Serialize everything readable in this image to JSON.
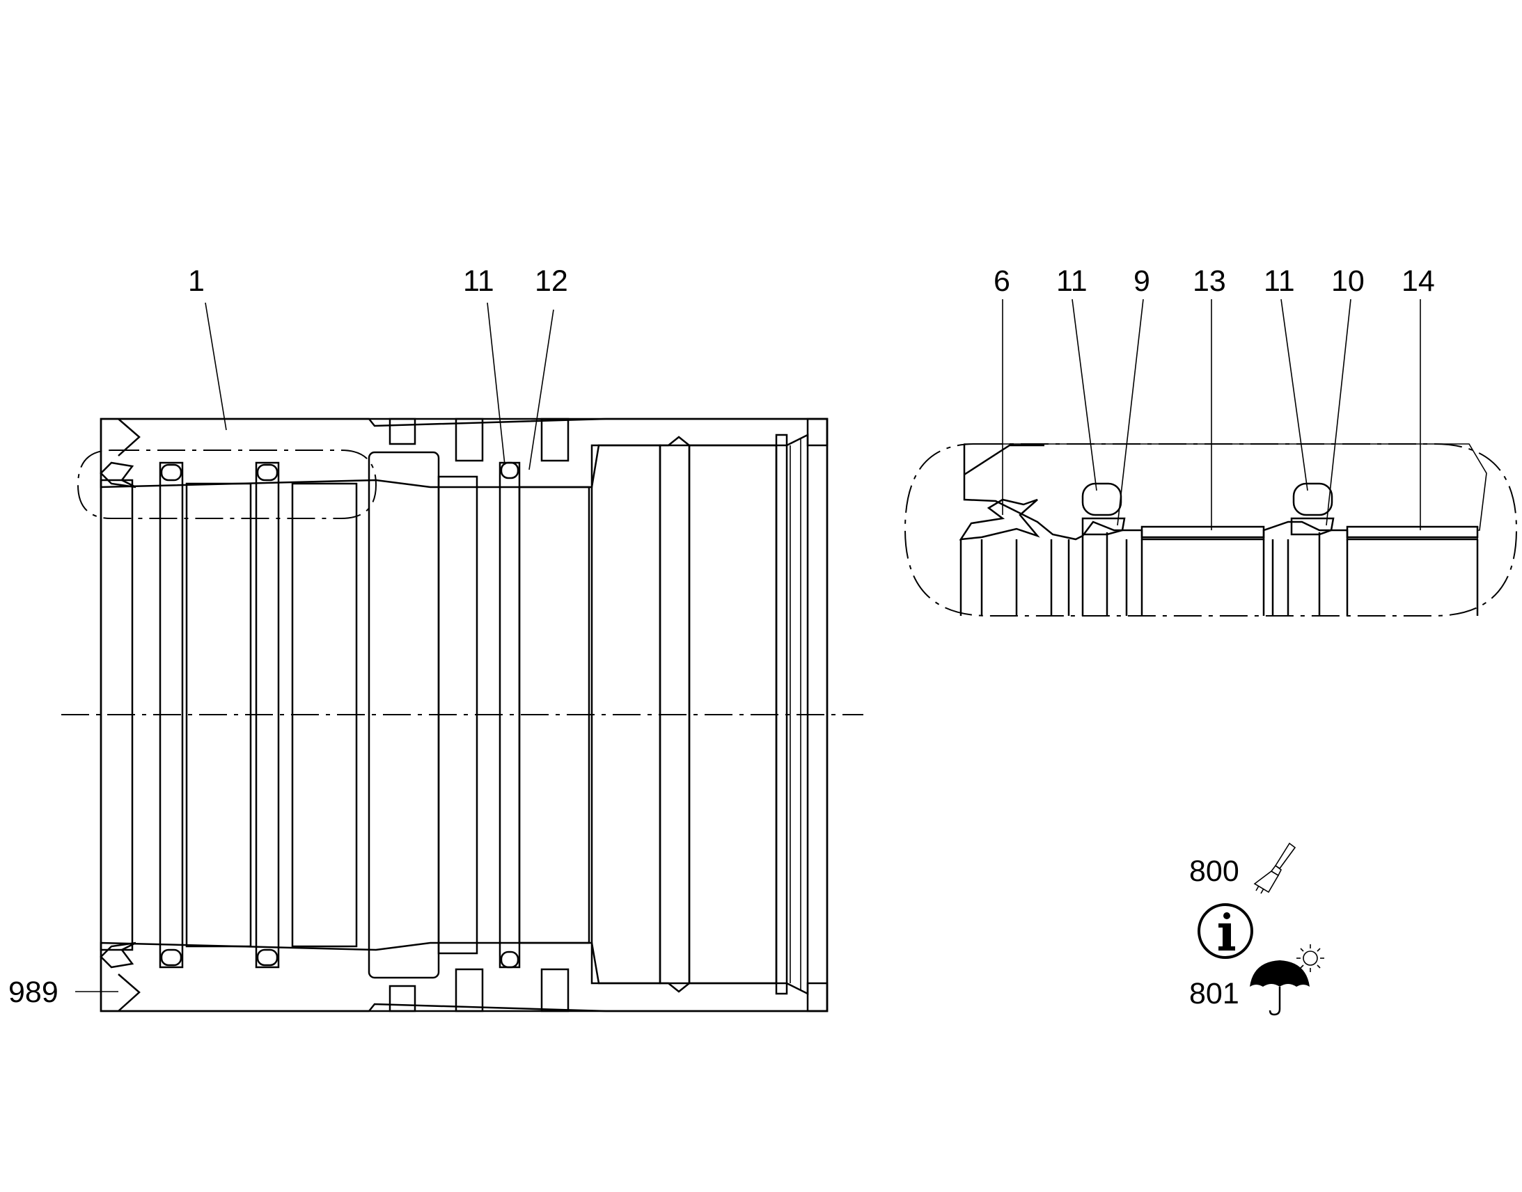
{
  "callouts_main": {
    "c1": "1",
    "c11": "11",
    "c12": "12",
    "c989": "989"
  },
  "callouts_detail": {
    "c6": "6",
    "c11a": "11",
    "c9": "9",
    "c13": "13",
    "c11b": "11",
    "c10": "10",
    "c14": "14"
  },
  "legend": {
    "paint_code": "800",
    "storage_code": "801",
    "paint_icon": "paintbrush-icon",
    "info_icon": "info-icon",
    "umbrella_icon": "umbrella-icon",
    "sun_icon": "sun-icon"
  }
}
